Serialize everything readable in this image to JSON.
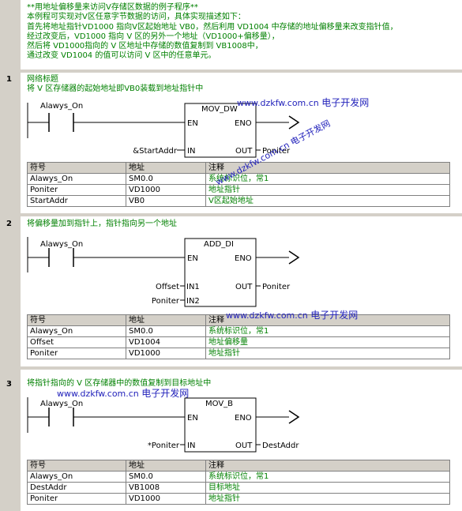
{
  "header": {
    "lines": [
      "**用地址偏移量来访问V存储区数据的例子程序**",
      "本例程可实现对V区任意字节数据的访问，具体实现描述如下：",
      "首先将地址指针VD1000 指向V区起始地址 VB0，然后利用 VD1004 中存储的地址偏移量来改变指针值，",
      "经过改变后，VD1000 指向 V 区的另外一个地址（VD1000+偏移量），",
      "然后将 VD1000指向的 V 区地址中存储的数值复制到 VB1008中，",
      "通过改变 VD1004 的值可以访问 V 区中的任意单元。"
    ]
  },
  "watermark": {
    "site": "www.dzkfw.com.cn",
    "name": "电子开发网"
  },
  "table_headers": {
    "symbol": "符号",
    "address": "地址",
    "comment": "注释"
  },
  "networks": [
    {
      "number": "1",
      "title_lines": [
        "网络标题",
        "将 V 区存储器的起始地址即VB0装载到地址指针中"
      ],
      "contact": "Alawys_On",
      "box": {
        "name": "MOV_DW",
        "en": "EN",
        "eno": "ENO",
        "in1": "IN",
        "out": "OUT"
      },
      "in1_operand": "&StartAddr",
      "out_operand": "Poniter",
      "rows": [
        {
          "symbol": "Alawys_On",
          "address": "SM0.0",
          "comment": "系统标识位，常1"
        },
        {
          "symbol": "Poniter",
          "address": "VD1000",
          "comment": "地址指针"
        },
        {
          "symbol": "StartAddr",
          "address": "VB0",
          "comment": "V区起始地址"
        }
      ]
    },
    {
      "number": "2",
      "title_lines": [
        "将偏移量加到指针上，指针指向另一个地址"
      ],
      "contact": "Alawys_On",
      "box": {
        "name": "ADD_DI",
        "en": "EN",
        "eno": "ENO",
        "in1": "IN1",
        "in2": "IN2",
        "out": "OUT"
      },
      "in1_operand": "Offset",
      "in2_operand": "Poniter",
      "out_operand": "Poniter",
      "rows": [
        {
          "symbol": "Alawys_On",
          "address": "SM0.0",
          "comment": "系统标识位，常1"
        },
        {
          "symbol": "Offset",
          "address": "VD1004",
          "comment": "地址偏移量"
        },
        {
          "symbol": "Poniter",
          "address": "VD1000",
          "comment": "地址指针"
        }
      ]
    },
    {
      "number": "3",
      "title_lines": [
        "将指针指向的 V 区存储器中的数值复制到目标地址中"
      ],
      "contact": "Alawys_On",
      "box": {
        "name": "MOV_B",
        "en": "EN",
        "eno": "ENO",
        "in1": "IN",
        "out": "OUT"
      },
      "in1_operand": "*Poniter",
      "out_operand": "DestAddr",
      "rows": [
        {
          "symbol": "Alawys_On",
          "address": "SM0.0",
          "comment": "系统标识位，常1"
        },
        {
          "symbol": "DestAddr",
          "address": "VB1008",
          "comment": "目标地址"
        },
        {
          "symbol": "Poniter",
          "address": "VD1000",
          "comment": "地址指针"
        }
      ]
    }
  ]
}
